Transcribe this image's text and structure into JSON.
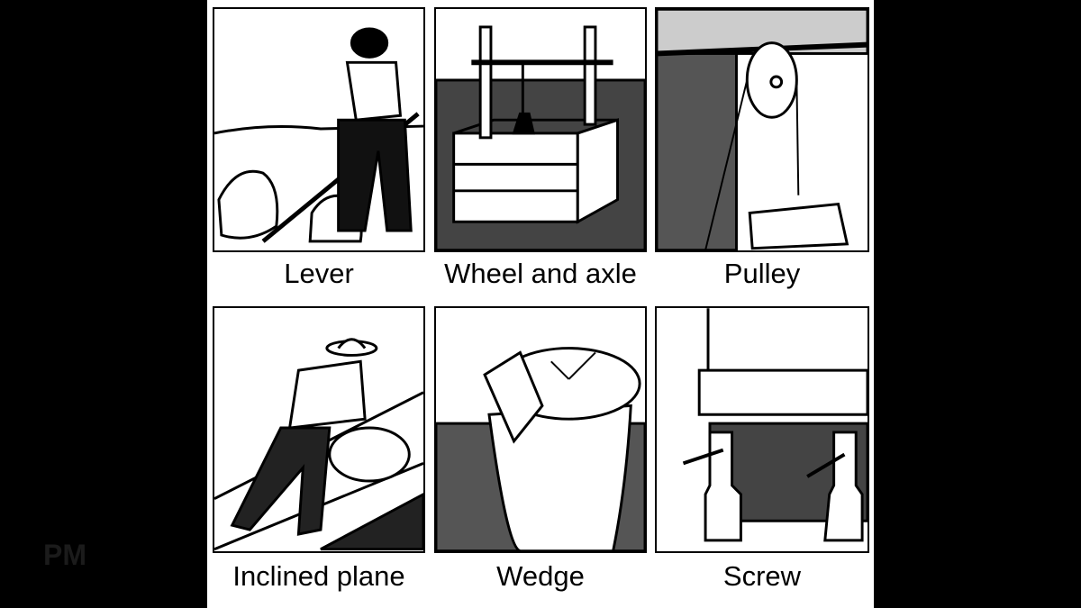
{
  "watermark": "PM",
  "machines": [
    {
      "label": "Lever",
      "icon": "lever-illustration"
    },
    {
      "label": "Wheel and axle",
      "icon": "wheel-and-axle-illustration"
    },
    {
      "label": "Pulley",
      "icon": "pulley-illustration"
    },
    {
      "label": "Inclined plane",
      "icon": "inclined-plane-illustration"
    },
    {
      "label": "Wedge",
      "icon": "wedge-illustration"
    },
    {
      "label": "Screw",
      "icon": "screw-illustration"
    }
  ]
}
